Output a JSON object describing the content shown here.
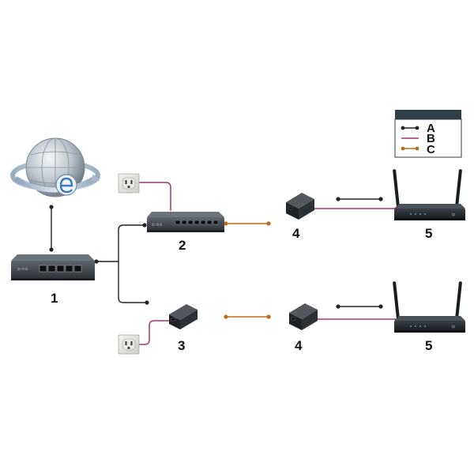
{
  "labels": {
    "gateway": "1",
    "poe_switch": "2",
    "poe_injector": "3",
    "poe_splitter_top": "4",
    "poe_splitter_bottom": "4",
    "access_point_top": "5",
    "access_point_bottom": "5"
  },
  "legend": {
    "items": [
      {
        "key": "A",
        "line_color": "#222222",
        "style": "dot-ends"
      },
      {
        "key": "B",
        "line_color": "#a2386e",
        "style": "plain"
      },
      {
        "key": "C",
        "line_color": "#c46a1c",
        "style": "dot-ends"
      }
    ]
  },
  "colors": {
    "ethernet": "#222222",
    "power": "#a2386e",
    "poe": "#c46a1c",
    "legend_header": "#2f3e47"
  },
  "icons": {
    "internet": "globe-icon",
    "outlet": "power-outlet-icon"
  }
}
